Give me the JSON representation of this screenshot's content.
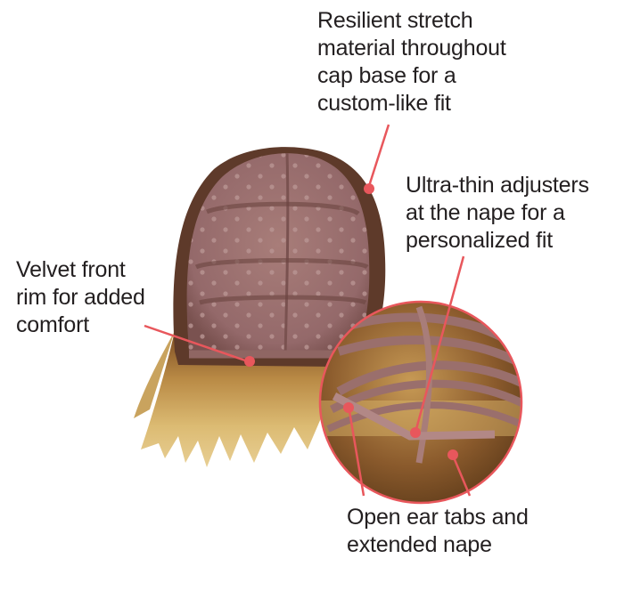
{
  "colors": {
    "leader": "#e8575c",
    "text": "#231f20",
    "cap": "#9a6f6c",
    "cap_dark": "#6b4540",
    "hair_blonde": "#d9b46a",
    "hair_root": "#8a5a2c"
  },
  "callouts": {
    "stretch": [
      "Resilient stretch",
      "material throughout",
      "cap base for a",
      "custom-like fit"
    ],
    "adjusters": [
      "Ultra-thin adjusters",
      "at the nape for a",
      "personalized fit"
    ],
    "velvet": [
      "Velvet front",
      "rim for added",
      "comfort"
    ],
    "ear_tabs": [
      "Open ear tabs and",
      "extended nape"
    ]
  }
}
